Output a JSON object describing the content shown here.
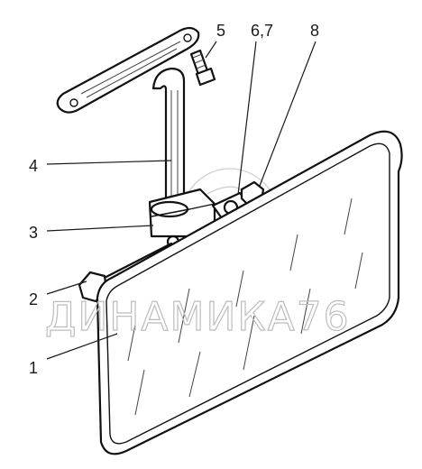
{
  "diagram": {
    "callouts": [
      {
        "id": "c1",
        "text": "1"
      },
      {
        "id": "c2",
        "text": "2"
      },
      {
        "id": "c3",
        "text": "3"
      },
      {
        "id": "c4",
        "text": "4"
      },
      {
        "id": "c5",
        "text": "5"
      },
      {
        "id": "c67",
        "text": "6,7"
      },
      {
        "id": "c8",
        "text": "8"
      }
    ],
    "watermark": "ДИНАМИКА76"
  }
}
